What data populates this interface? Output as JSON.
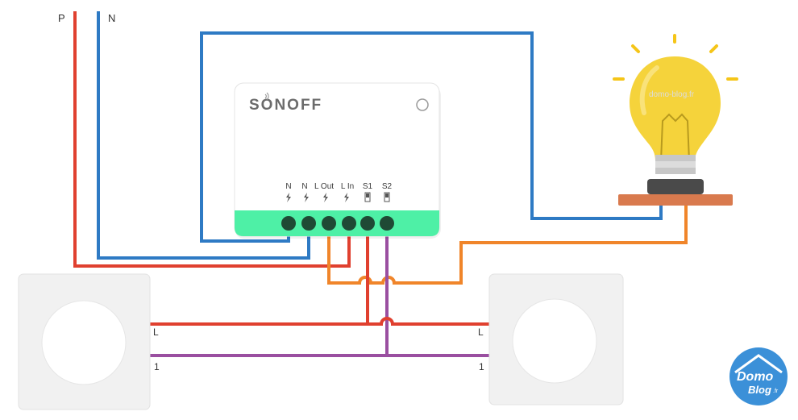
{
  "wiring": {
    "supply": {
      "phase_label": "P",
      "neutral_label": "N"
    },
    "module": {
      "brand": "SONOFF",
      "terminals": [
        "N",
        "N",
        "L Out",
        "L In",
        "S1",
        "S2"
      ]
    },
    "switch_left": {
      "label_l": "L",
      "label_1": "1"
    },
    "switch_right": {
      "label_l": "L",
      "label_1": "1"
    },
    "bulb": {
      "watermark": "domo-blog.fr"
    },
    "logo": {
      "text_top": "Domo",
      "text_bottom": "Blog",
      "suffix": ".fr"
    },
    "colors": {
      "phase": "#e0402f",
      "neutral": "#2e7ac4",
      "load": "#f0852a",
      "traveler": "#9a4fa0",
      "module_accent": "#4ef0a6",
      "bulb": "#f5d33b",
      "logo": "#3b90d8"
    }
  }
}
